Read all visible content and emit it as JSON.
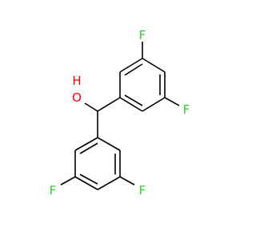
{
  "molecule": {
    "colors": {
      "bond": "#000000",
      "F": "#33cc33",
      "O": "#ff0000"
    },
    "atoms": {
      "F1": {
        "label": "F",
        "element": "F"
      },
      "F2": {
        "label": "F",
        "element": "F"
      },
      "F3": {
        "label": "F",
        "element": "F"
      },
      "F4": {
        "label": "F",
        "element": "F"
      },
      "O1": {
        "label": "O",
        "element": "O"
      },
      "H1": {
        "label": "H",
        "element": "O"
      }
    }
  }
}
